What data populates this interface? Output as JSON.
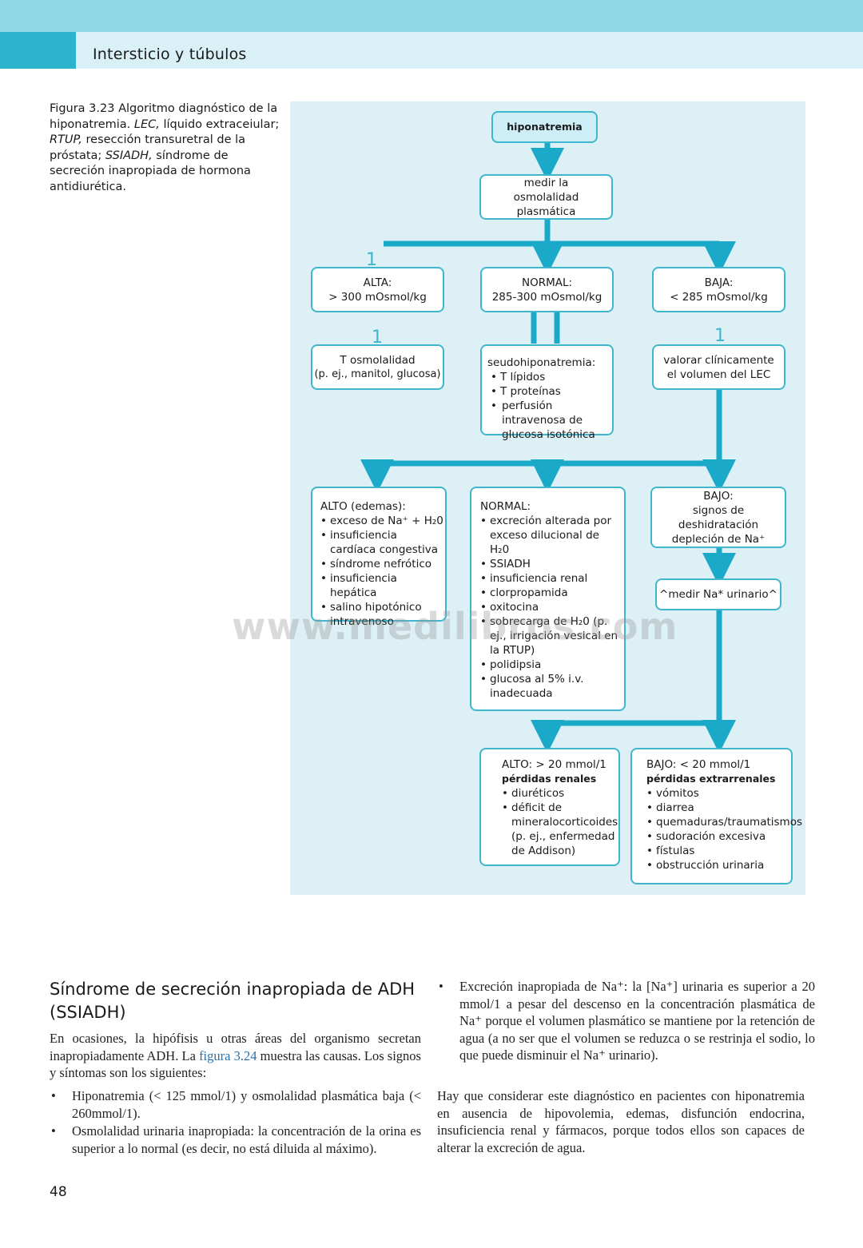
{
  "header": {
    "section_title": "Intersticio y túbulos"
  },
  "figure": {
    "caption_label": "Figura 3.23",
    "caption_text": "Algoritmo diagnóstico de la hiponatremia.",
    "abbr1": "LEC,",
    "abbr1_text": "líquido extraceiular;",
    "abbr2": "RTUP,",
    "abbr2_text": "resección transuretral de la próstata;",
    "abbr3": "SSIADH,",
    "abbr3_text": "síndrome de secreción inapropiada de hormona antidiurética."
  },
  "flow": {
    "start": "hiponatremia",
    "measure": "medir la osmolalidad plasmática",
    "alta_label": "ALTA:",
    "alta_value": "> 300 mOsmol/kg",
    "normal_label": "NORMAL:",
    "normal_value": "285-300 mOsmol/kg",
    "baja_label": "BAJA:",
    "baja_value": "< 285 mOsmol/kg",
    "t_osm_line1": "T osmolalidad",
    "t_osm_line2": "(p. ej., manitol, glucosa)",
    "pseudo_title": "seudohiponatremia:",
    "pseudo_items": [
      "T lípidos",
      "T proteínas",
      "perfusión intravenosa de glucosa isotónica"
    ],
    "valorar": "valorar clínicamente el volumen del LEC",
    "alto_edemas_title": "ALTO (edemas):",
    "alto_edemas_items": [
      "exceso de Na⁺ + H₂0",
      "insuficiencia cardíaca congestiva",
      "síndrome nefrótico",
      "insuficiencia hepática",
      "salino hipotónico intravenoso"
    ],
    "normal2_title": "NORMAL:",
    "normal2_items": [
      "excreción alterada por exceso dilucional de H₂0",
      "SSIADH",
      "insuficiencia renal",
      "clorpropamida",
      "oxitocina",
      "sobrecarga de H₂0 (p. ej., irrigación vesical en la RTUP)",
      "polidipsia",
      "glucosa al 5% i.v. inadecuada"
    ],
    "bajo_title": "BAJO:",
    "bajo_text": "signos de deshidratación depleción de Na⁺",
    "medir_na": "^medir Na* urinario^",
    "alto_ur_title": "ALTO: > 20 mmol/1",
    "alto_ur_sub": "pérdidas renales",
    "alto_ur_items": [
      "diuréticos",
      "déficit de mineralocorticoides (p. ej., enfermedad de Addison)"
    ],
    "bajo_ur_title": "BAJO: < 20 mmol/1",
    "bajo_ur_sub": "pérdidas extrarrenales",
    "bajo_ur_items": [
      "vómitos",
      "diarrea",
      "quemaduras/traumatismos",
      "sudoración excesiva",
      "fístulas",
      "obstrucción urinaria"
    ],
    "watermark": "www.medilibros.com"
  },
  "body": {
    "heading": "Síndrome de secreción inapropiada de ADH (SSIADH)",
    "intro_a": "En ocasiones, la hipófisis u otras áreas del organismo secretan inapropiadamente ADH. La ",
    "intro_link": "figura 3.24",
    "intro_b": " muestra las causas. Los signos y síntomas son los siguientes:",
    "bullets_left": [
      "Hiponatremia (< 125 mmol/1) y osmolalidad plasmática baja (< 260mmol/1).",
      "Osmolalidad urinaria inapropiada: la concentración de la orina es superior a lo normal (es decir, no está diluida al máximo)."
    ],
    "bullet_right": "Excreción inapropiada de Na⁺: la [Na⁺] urinaria es superior a 20 mmol/1 a pesar del descenso en la concentración plasmática de Na⁺ porque el volumen plasmático se mantiene por la retención de agua (a no ser que el volumen se reduzca o se restrinja el sodio, lo que puede disminuir el Na⁺ urinario).",
    "closing": "Hay que considerar este diagnóstico en pacientes con hiponatremia en ausencia de hipovolemia, edemas, disfunción endocrina, insuficiencia renal y fármacos, porque todos ellos son capaces de alterar la excreción de agua."
  },
  "footer": {
    "page_number": "48"
  },
  "colors": {
    "accent": "#3fb6cd",
    "arrow": "#1aa9c8",
    "panel": "#dcf0f6",
    "band": "#8fd8e4"
  }
}
